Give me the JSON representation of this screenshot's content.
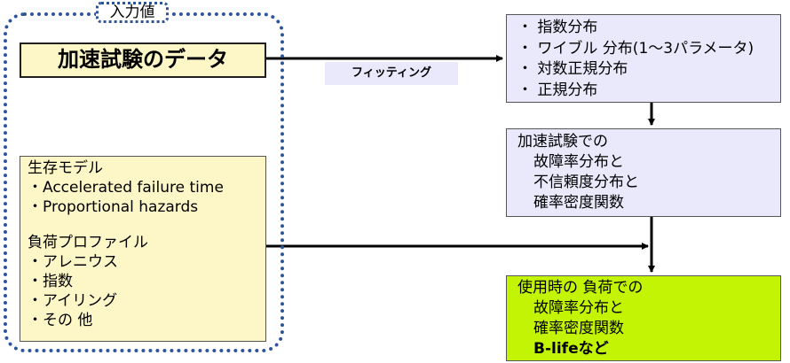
{
  "input_group": {
    "title": "入力値"
  },
  "data_box": {
    "label": "加速試験のデータ"
  },
  "input_box": {
    "lines": [
      "生存モデル",
      "・Accelerated failure time",
      "・Proportional hazards",
      "負荷プロファイル",
      "・アレニウス",
      "・指数",
      "・アイリング",
      "・その 他"
    ]
  },
  "fitting_label": "フィッティング",
  "distribution_box": {
    "lines": [
      "・ 指数分布",
      "・ ワイブル 分布(1～3パラメータ)",
      "・ 対数正規分布",
      "・ 正規分布"
    ]
  },
  "accel_box": {
    "lines": [
      "加速試験での",
      "故障率分布と",
      "不信頼度分布と",
      "確率密度関数"
    ]
  },
  "use_box": {
    "lines": [
      "使用時の 負荷での",
      "故障率分布と",
      "確率密度関数",
      "B-lifeなど"
    ]
  },
  "colors": {
    "dotted_border": "#2f5597",
    "input_fill": "#fdf6c7",
    "output_fill": "#e9e9fb",
    "highlight_fill": "#c3f403"
  }
}
